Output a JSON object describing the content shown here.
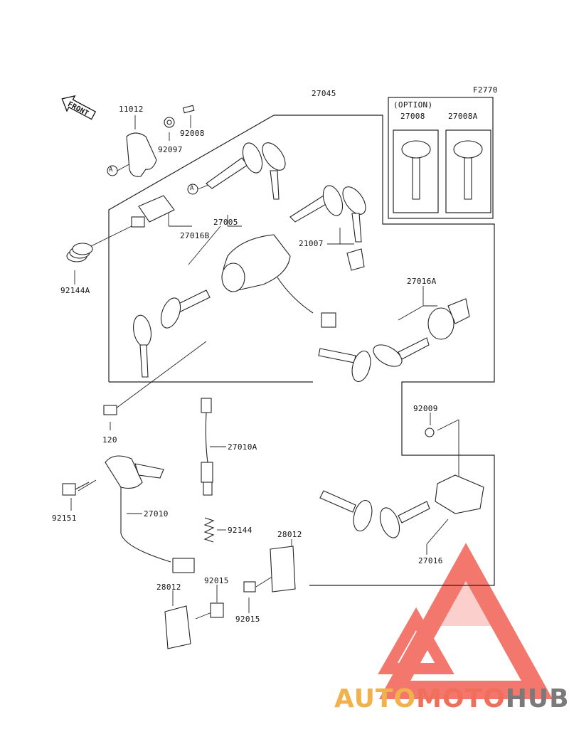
{
  "diagram": {
    "figure_code": "F2770",
    "option_label": "(OPTION)",
    "front_label": "FRONT",
    "callout_letter": "A",
    "parts": {
      "p27045": "27045",
      "p11012": "11012",
      "p92008": "92008",
      "p92097": "92097",
      "p27008": "27008",
      "p27008A": "27008A",
      "p27005": "27005",
      "p27016B": "27016B",
      "p21007": "21007",
      "p92144A": "92144A",
      "p27016A": "27016A",
      "p92009": "92009",
      "p120": "120",
      "p27010A": "27010A",
      "p92151": "92151",
      "p27010": "27010",
      "p92144": "92144",
      "p28012a": "28012",
      "p28012b": "28012",
      "p92015a": "92015",
      "p92015b": "92015",
      "p27016": "27016"
    }
  },
  "watermark": {
    "part1": "AUTO",
    "part2": "MOTO",
    "part3": "HUB",
    "colors": {
      "auto": "#f1b14b",
      "moto": "#ef6f5a",
      "hub": "#7a7a7a",
      "triangle": "#ef4a3c"
    }
  }
}
